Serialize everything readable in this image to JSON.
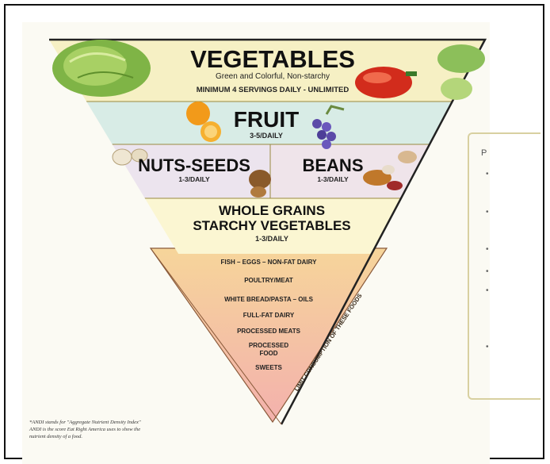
{
  "pyramid": {
    "vegetables": {
      "title": "VEGETABLES",
      "subtitle": "Green and Colorful, Non-starchy",
      "servings": "MINIMUM 4 SERVINGS DAILY - UNLIMITED"
    },
    "fruit": {
      "title": "FRUIT",
      "servings": "3-5/DAILY"
    },
    "nuts_seeds": {
      "title": "NUTS-SEEDS",
      "servings": "1-3/DAILY"
    },
    "beans": {
      "title": "BEANS",
      "servings": "1-3/DAILY"
    },
    "grains": {
      "title_line1": "WHOLE GRAINS",
      "title_line2": "STARCHY VEGETABLES",
      "servings": "1-3/DAILY"
    },
    "limit_items": [
      "FISH – EGGS – NON-FAT DAIRY",
      "POULTRY/MEAT",
      "WHITE BREAD/PASTA – OILS",
      "FULL-FAT DAIRY",
      "PROCESSED MEATS",
      "PROCESSED",
      "FOOD",
      "SWEETS"
    ],
    "limit_label": "LIMIT CONSUMPTION OF THESE FOODS"
  },
  "side_panel": {
    "title": "P"
  },
  "footnote": {
    "line1": "*ANDI stands for \"Aggregate Nutrient Density Index\"",
    "line2": "ANDI is the score Eat Right America uses to show the",
    "line3": "nutrient density of a food."
  },
  "colors": {
    "vegetables_band": "#f6f0c4",
    "fruit_band": "#d8ece6",
    "nuts_band": "#ece4ee",
    "grains_band": "#fbf6d2",
    "limit_top": "#f6d59a",
    "limit_bottom": "#f3b1ad"
  }
}
